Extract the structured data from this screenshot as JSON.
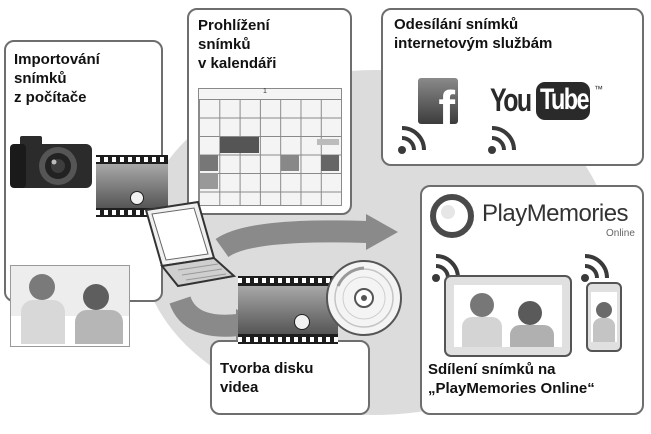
{
  "labels": {
    "import": "Importování\nsnímků\nz počítače",
    "calendar": "Prohlížení\nsnímků\nv kalendáři",
    "upload": "Odesílání snímků\ninternetovým službám",
    "disc": "Tvorba disku\nvidea",
    "share": "Sdílení snímků na\n„PlayMemories Online“"
  },
  "calendar": {
    "month": "1"
  },
  "services": {
    "facebook": "f",
    "youtube_you": "You",
    "youtube_tube": "Tube",
    "youtube_tm": "™"
  },
  "playmemories": {
    "name": "PlayMemories",
    "sub": "Online"
  },
  "icons": [
    "camera-icon",
    "laptop-icon",
    "disc-icon",
    "wifi-icon",
    "facebook-logo",
    "youtube-logo",
    "playmemories-logo",
    "tablet-icon",
    "smartphone-icon"
  ]
}
